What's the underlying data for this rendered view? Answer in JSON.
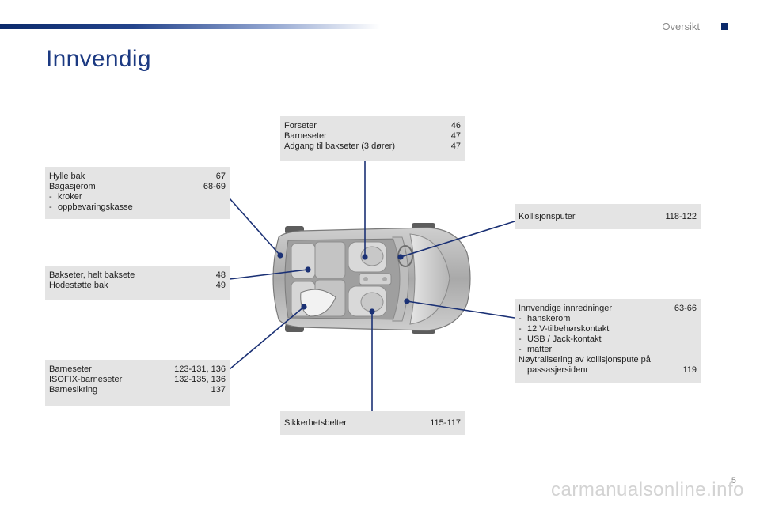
{
  "header": {
    "section": "Oversikt"
  },
  "title": "Innvendig",
  "boxes": {
    "forseter": {
      "rows": [
        {
          "label": "Forseter",
          "page": "46"
        },
        {
          "label": "Barneseter",
          "page": "47"
        },
        {
          "label": "Adgang til bakseter (3 dører)",
          "page": "47"
        }
      ]
    },
    "hylle": {
      "rows": [
        {
          "label": "Hylle bak",
          "page": "67"
        },
        {
          "label": "Bagasjerom",
          "page": "68-69"
        }
      ],
      "subs": [
        "kroker",
        "oppbevaringskasse"
      ]
    },
    "bakseter": {
      "rows": [
        {
          "label": "Bakseter, helt baksete",
          "page": "48"
        },
        {
          "label": "Hodestøtte bak",
          "page": "49"
        }
      ]
    },
    "barneseter": {
      "rows": [
        {
          "label": "Barneseter",
          "page": "123-131, 136"
        },
        {
          "label": "ISOFIX-barneseter",
          "page": "132-135, 136"
        },
        {
          "label": "Barnesikring",
          "page": "137"
        }
      ]
    },
    "kollisjon": {
      "rows": [
        {
          "label": "Kollisjonsputer",
          "page": "118-122"
        }
      ]
    },
    "innredning": {
      "rows": [
        {
          "label": "Innvendige innredninger",
          "page": "63-66"
        }
      ],
      "subs": [
        "hanskerom",
        "12 V-tilbehørskontakt",
        "USB / Jack-kontakt",
        "matter"
      ],
      "extra_line1": "Nøytralisering av kollisjonspute på",
      "extra_line2": "passasjersidenr",
      "extra_page": "119"
    },
    "sikkerhet": {
      "rows": [
        {
          "label": "Sikkerhetsbelter",
          "page": "115-117"
        }
      ]
    }
  },
  "dash": "-",
  "page_number": "5",
  "watermark": "carmanualsonline.info",
  "colors": {
    "accent": "#1c3a82",
    "line": "#1b3175",
    "box": "#e4e4e4"
  }
}
